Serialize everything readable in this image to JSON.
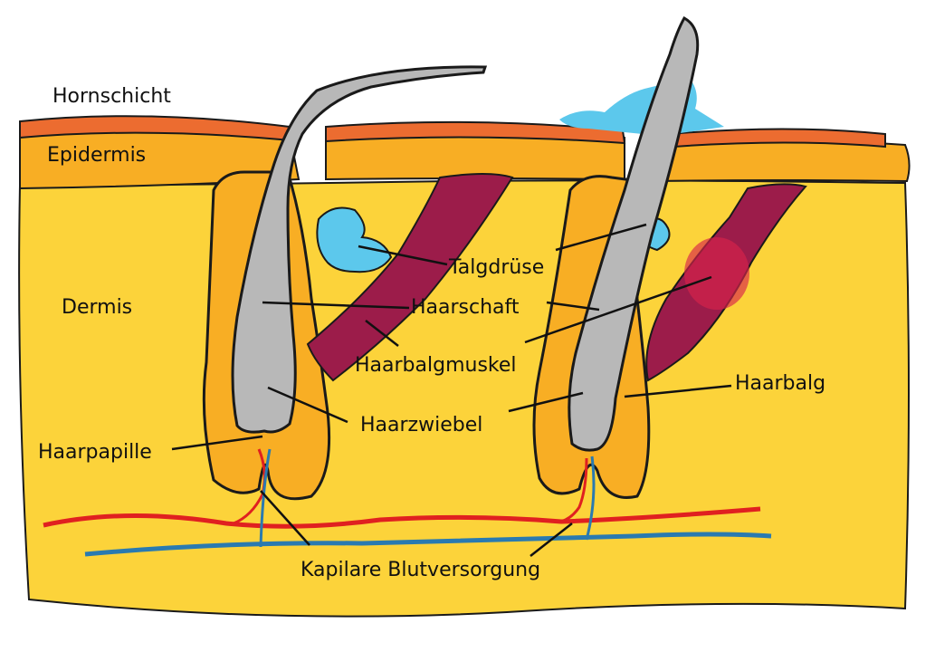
{
  "labels": {
    "hornschicht": "Hornschicht",
    "epidermis": "Epidermis",
    "dermis": "Dermis",
    "talgdruese": "Talgdrüse",
    "haarschaft": "Haarschaft",
    "haarbalgmuskel": "Haarbalgmuskel",
    "haarbalg": "Haarbalg",
    "haarzwiebel": "Haarzwiebel",
    "haarpapille": "Haarpapille",
    "blutversorgung": "Kapilare Blutversorgung"
  },
  "colors": {
    "dermis": "#fcd33a",
    "epidermis": "#f8ae24",
    "hornschicht": "#ec6c30",
    "follicle": "#f8ae24",
    "hair": "#b8b8b8",
    "sebaceous": "#5cc8ec",
    "muscle": "#9c1c4a",
    "artery": "#e02020",
    "vein": "#2a7ab0",
    "outline": "#1a1a1a"
  }
}
